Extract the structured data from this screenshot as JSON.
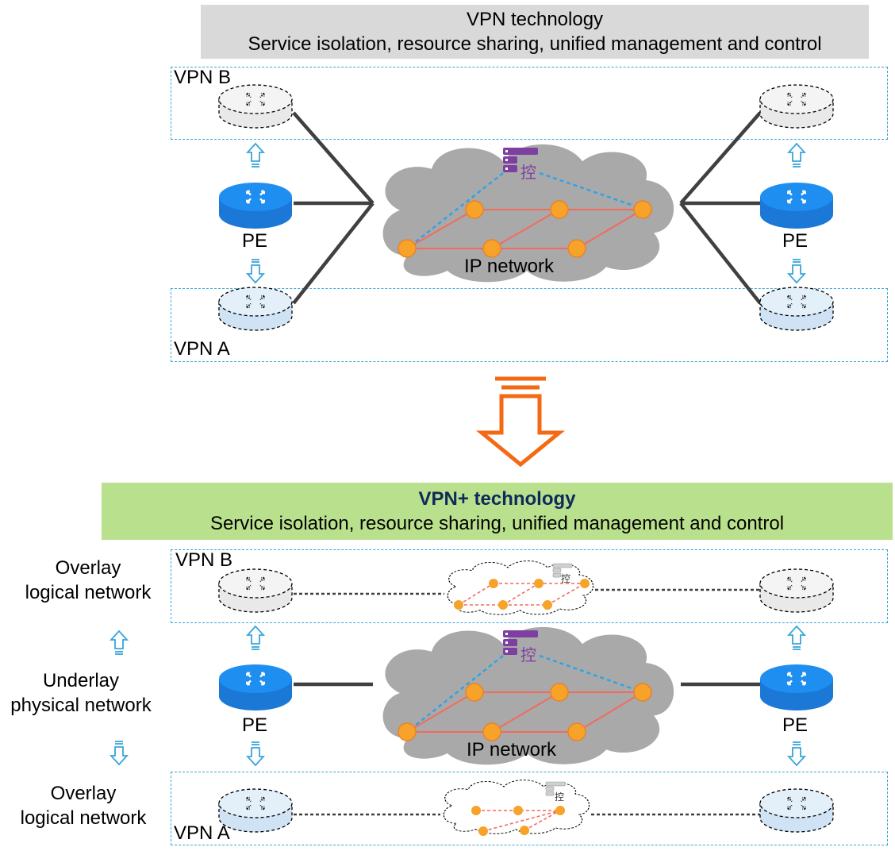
{
  "top_banner": {
    "title": "VPN technology",
    "subtitle": "Service isolation, resource sharing, unified management and control"
  },
  "bottom_banner": {
    "title": "VPN+ technology",
    "subtitle": "Service isolation, resource sharing, unified management and control"
  },
  "labels": {
    "vpn_b": "VPN B",
    "vpn_a": "VPN A",
    "pe": "PE",
    "ip_network": "IP network",
    "controller_char": "控"
  },
  "side_labels": {
    "overlay_top": [
      "Overlay",
      "logical network"
    ],
    "underlay": [
      "Underlay",
      "physical network"
    ],
    "overlay_bottom": [
      "Overlay",
      "logical network"
    ]
  },
  "colors": {
    "pe_blue": "#1f8ef1",
    "cloud_gray": "#a9a9a9",
    "node_orange": "#f7a229",
    "link_red": "#f26b5b",
    "controller_purple": "#7d3fa0",
    "dashed_blue": "#3aa6d9",
    "arrow_blue": "#3aa6d9",
    "big_arrow_orange": "#f46a14",
    "top_banner_bg": "#d9d9d9",
    "bottom_banner_bg": "#b9e08d"
  }
}
